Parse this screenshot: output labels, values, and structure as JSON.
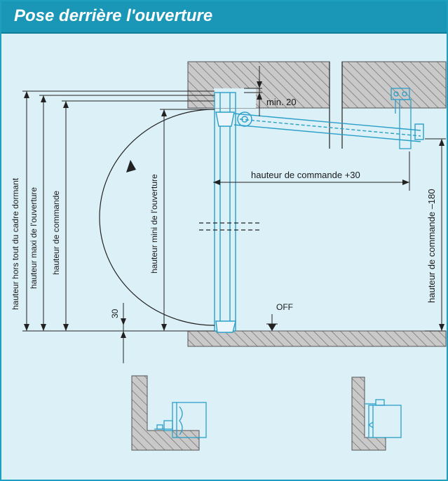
{
  "header": {
    "title": "Pose derrière l'ouverture"
  },
  "labels": {
    "min_clearance": "min. 20",
    "control_height_plus": "hauteur de commande +30",
    "control_height_minus": "hauteur de commande –180",
    "overall_frame_height": "hauteur hors tout du cadre dormant",
    "max_opening_height": "hauteur maxi de l'ouverture",
    "control_height": "hauteur de commande",
    "min_opening_height": "hauteur mini de l'ouverture",
    "thirty": "30",
    "floor_level": "OFF"
  },
  "colors": {
    "title_background": "#1a96b6",
    "panel_background": "#dcf0f7",
    "door_lines": "#2a9fc9",
    "dimension_lines": "#1a1a1a",
    "wall_hatch": "#888888"
  }
}
